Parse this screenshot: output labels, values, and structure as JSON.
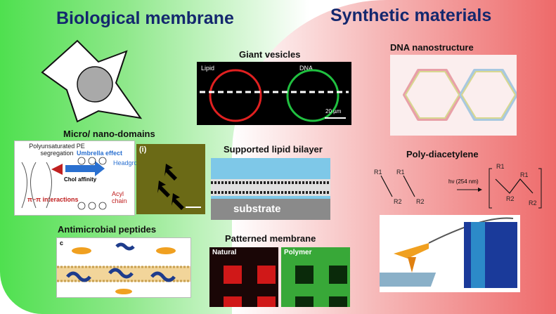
{
  "headings": {
    "left": "Biological membrane",
    "right": "Synthetic materials"
  },
  "sections": {
    "giant_vesicles": {
      "title": "Giant vesicles",
      "lipid": "Lipid",
      "dna": "DNA",
      "scale": "20 µm"
    },
    "micro_domains": {
      "title": "Micro/ nano-domains",
      "pe_text": "Polyunsaturated PE segregation",
      "umbrella": "Umbrella effect",
      "headgroup": "Headgroup",
      "acyl": "Acyl chain",
      "chol": "Chol affinity",
      "pi": "π−π interactions",
      "panel_i": "(i)"
    },
    "supported_bilayer": {
      "title": "Supported lipid bilayer",
      "substrate": "substrate"
    },
    "antimicrobial": {
      "title": "Antimicrobial peptides",
      "panel_c": "c"
    },
    "patterned": {
      "title": "Patterned membrane",
      "natural": "Natural",
      "polymer": "Polymer"
    },
    "dna_nano": {
      "title": "DNA nanostructure"
    },
    "polydiacetylene": {
      "title": "Poly-diacetylene",
      "hv": "hν (254 nm)",
      "r1": "R1",
      "r2": "R2"
    }
  },
  "colors": {
    "heading": "#14286e",
    "green": "#4fe04f",
    "red": "#ee6a6a"
  }
}
